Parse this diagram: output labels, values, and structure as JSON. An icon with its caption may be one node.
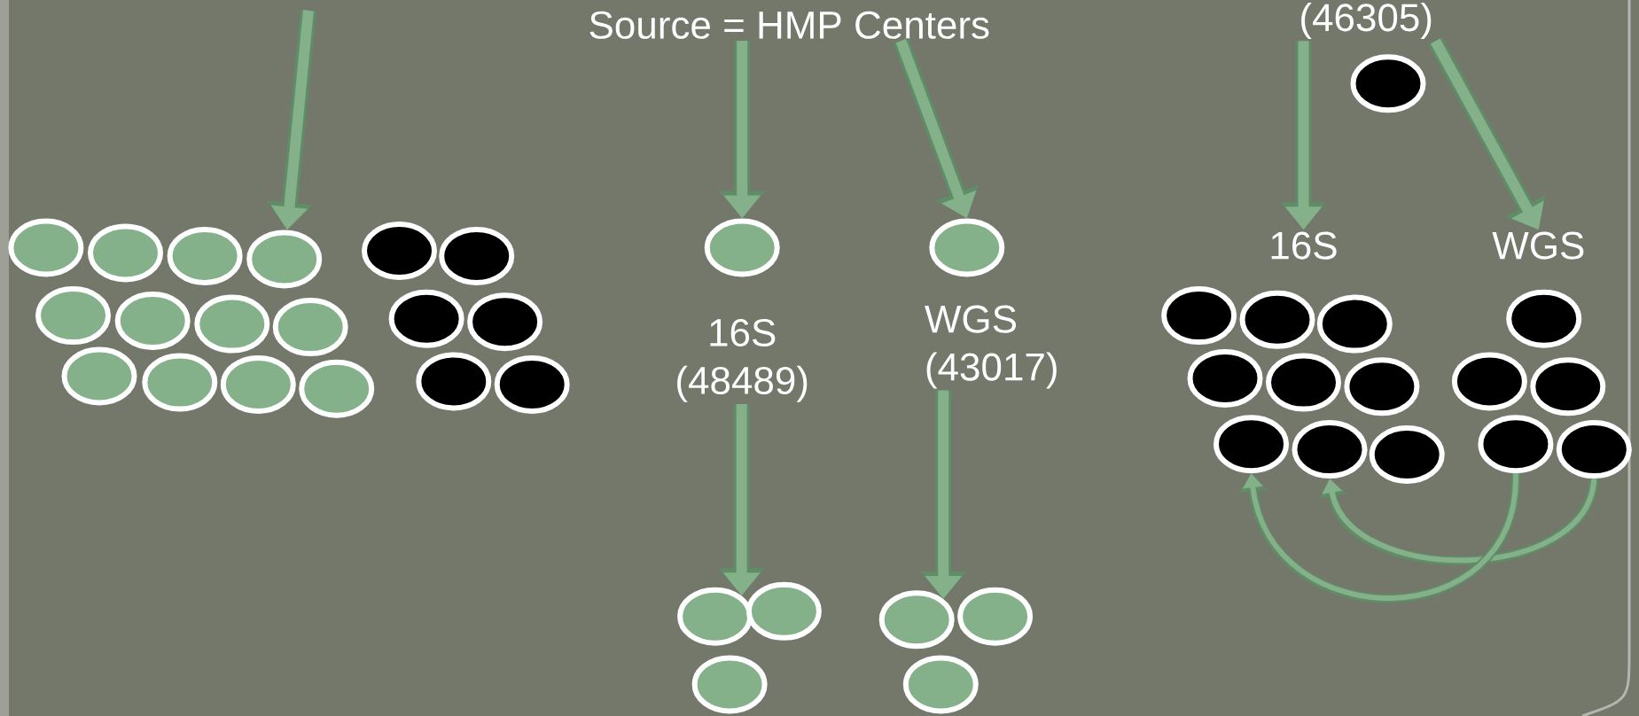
{
  "diagram": {
    "nodes": [
      {
        "text": [
          "Source = HMP Centers"
        ]
      },
      {
        "text": [
          "(46305)"
        ]
      },
      {
        "text": [],
        "shape": "circle"
      },
      {
        "text": [],
        "shape": "circle"
      },
      {
        "text": [],
        "shape": "circle"
      },
      {
        "text": [],
        "shape": "circle"
      },
      {
        "text": [],
        "shape": "circle"
      },
      {
        "text": [],
        "shape": "circle"
      },
      {
        "text": [],
        "shape": "circle"
      },
      {
        "text": [],
        "shape": "circle"
      },
      {
        "text": [],
        "shape": "circle"
      },
      {
        "text": [],
        "shape": "circle"
      },
      {
        "text": [],
        "shape": "circle"
      },
      {
        "text": [],
        "shape": "circle"
      },
      {
        "text": [],
        "shape": "circle"
      },
      {
        "text": [],
        "shape": "circle"
      },
      {
        "text": [],
        "shape": "circle"
      },
      {
        "text": [],
        "shape": "circle"
      },
      {
        "text": [],
        "shape": "circle"
      },
      {
        "text": [],
        "shape": "circle"
      },
      {
        "text": [],
        "shape": "circle"
      },
      {
        "text": [],
        "shape": "circle"
      },
      {
        "text": [],
        "shape": "circle"
      },
      {
        "text": [
          "16S"
        ]
      },
      {
        "text": [
          "WGS"
        ]
      },
      {
        "text": [
          "16S (48489)"
        ]
      },
      {
        "text": [
          "WGS (43017)"
        ]
      },
      {
        "text": [],
        "shape": "circle"
      },
      {
        "text": [],
        "shape": "circle"
      },
      {
        "text": [],
        "shape": "circle"
      },
      {
        "text": [],
        "shape": "circle"
      },
      {
        "text": [],
        "shape": "circle"
      },
      {
        "text": [],
        "shape": "circle"
      },
      {
        "text": [],
        "shape": "circle"
      },
      {
        "text": [],
        "shape": "circle"
      },
      {
        "text": [],
        "shape": "circle"
      },
      {
        "text": [],
        "shape": "circle"
      },
      {
        "text": [],
        "shape": "circle"
      },
      {
        "text": [],
        "shape": "circle"
      },
      {
        "text": [],
        "shape": "circle"
      },
      {
        "text": [],
        "shape": "circle"
      },
      {
        "text": [],
        "shape": "circle"
      },
      {
        "text": [],
        "shape": "circle"
      },
      {
        "text": [],
        "shape": "circle"
      },
      {
        "text": [],
        "shape": "circle"
      },
      {
        "text": [],
        "shape": "circle"
      },
      {
        "text": [],
        "shape": "circle"
      }
    ],
    "edges": [
      {
        "from": null,
        "to": 6,
        "arrow": "to"
      },
      {
        "from": 0,
        "to": 21,
        "arrow": "to"
      },
      {
        "from": 0,
        "to": 22,
        "arrow": "to"
      },
      {
        "from": 25,
        "to": 41,
        "arrow": "to"
      },
      {
        "from": 26,
        "to": 44,
        "arrow": "to"
      },
      {
        "from": 1,
        "to": 23,
        "arrow": "to"
      },
      {
        "from": 1,
        "to": 24,
        "arrow": "to"
      },
      {
        "from": 40,
        "to": 34,
        "arrow": "to"
      },
      {
        "from": 39,
        "to": 33,
        "arrow": "to"
      }
    ]
  }
}
